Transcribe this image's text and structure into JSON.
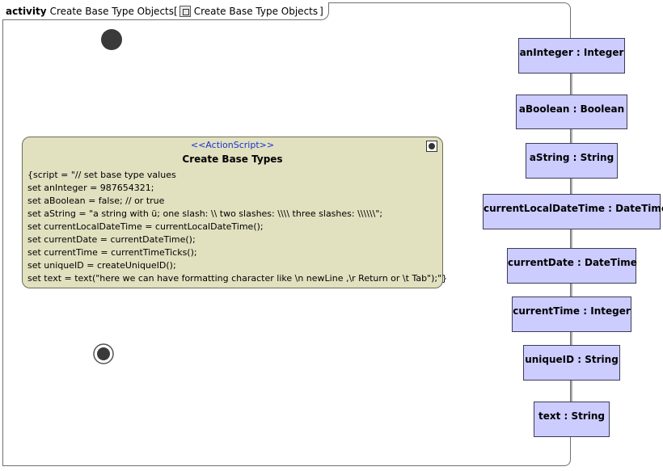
{
  "frame": {
    "keyword": "activity",
    "name": "Create Base Type Objects",
    "open_bracket": "[",
    "behavior": "Create Base Type Objects",
    "close_bracket": "]"
  },
  "action": {
    "stereotype": "<<ActionScript>>",
    "name": "Create Base Types",
    "script_lines": [
      "{script = \"// set base type values",
      "set anInteger = 987654321;",
      "set aBoolean = false; // or true",
      "set aString = \"a string with ü; one slash: \\\\ two slashes: \\\\\\\\ three slashes: \\\\\\\\\\\\\";",
      "set currentLocalDateTime = currentLocalDateTime();",
      "set currentDate = currentDateTime();",
      "set currentTime = currentTimeTicks();",
      "set uniqueID = createUniqueID();",
      "set text = text(\"here we can have formatting character like \\n newLine ,\\r Return or \\t Tab\");\"}"
    ]
  },
  "object_nodes": [
    {
      "label": "anInteger : Integer"
    },
    {
      "label": "aBoolean : Boolean"
    },
    {
      "label": "aString : String"
    },
    {
      "label": "currentLocalDateTime : DateTime"
    },
    {
      "label": "currentDate : DateTime"
    },
    {
      "label": "currentTime : Integer"
    },
    {
      "label": "uniqueID : String"
    },
    {
      "label": "text : String"
    }
  ],
  "colors": {
    "action_fill": "#e1e0bf",
    "object_fill": "#ccccff",
    "stereotype_text": "#1a33d0",
    "edge": "#555555"
  }
}
